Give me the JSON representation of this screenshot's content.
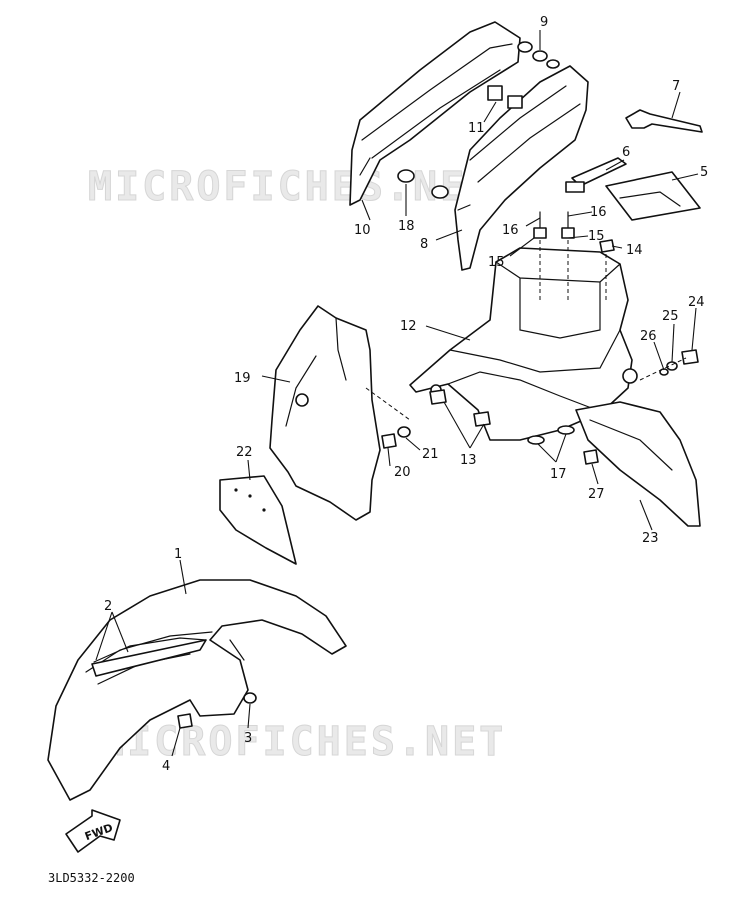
{
  "watermark": "MICROFICHES.NET",
  "diagram_code": "3LD5332-2200",
  "direction_label": "FWD",
  "callouts": [
    {
      "id": "c1",
      "text": "1"
    },
    {
      "id": "c2",
      "text": "2"
    },
    {
      "id": "c3",
      "text": "3"
    },
    {
      "id": "c4",
      "text": "4"
    },
    {
      "id": "c5",
      "text": "5"
    },
    {
      "id": "c6",
      "text": "6"
    },
    {
      "id": "c7",
      "text": "7"
    },
    {
      "id": "c8",
      "text": "8"
    },
    {
      "id": "c9",
      "text": "9"
    },
    {
      "id": "c10",
      "text": "10"
    },
    {
      "id": "c11",
      "text": "11"
    },
    {
      "id": "c12",
      "text": "12"
    },
    {
      "id": "c13",
      "text": "13"
    },
    {
      "id": "c14",
      "text": "14"
    },
    {
      "id": "c15a",
      "text": "15"
    },
    {
      "id": "c15b",
      "text": "15"
    },
    {
      "id": "c16a",
      "text": "16"
    },
    {
      "id": "c16b",
      "text": "16"
    },
    {
      "id": "c17",
      "text": "17"
    },
    {
      "id": "c18",
      "text": "18"
    },
    {
      "id": "c19",
      "text": "19"
    },
    {
      "id": "c20",
      "text": "20"
    },
    {
      "id": "c21",
      "text": "21"
    },
    {
      "id": "c22",
      "text": "22"
    },
    {
      "id": "c23",
      "text": "23"
    },
    {
      "id": "c24",
      "text": "24"
    },
    {
      "id": "c25",
      "text": "25"
    },
    {
      "id": "c26",
      "text": "26"
    },
    {
      "id": "c27",
      "text": "27"
    }
  ]
}
